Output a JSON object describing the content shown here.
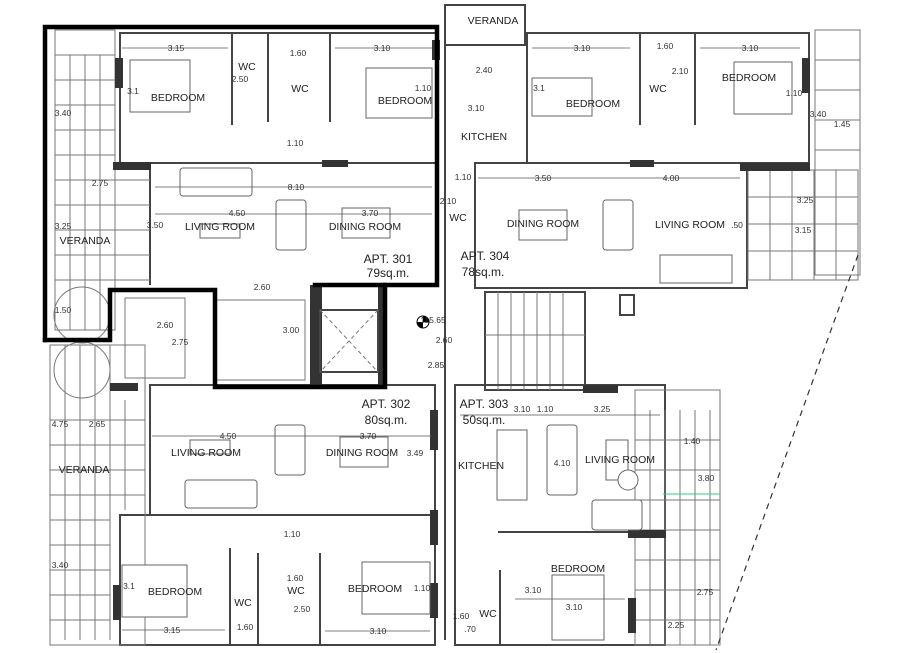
{
  "plan": {
    "apartments": {
      "apt301": {
        "name": "APT. 301",
        "area": "79sq.m."
      },
      "apt302": {
        "name": "APT. 302",
        "area": "80sq.m."
      },
      "apt303": {
        "name": "APT. 303",
        "area": "50sq.m."
      },
      "apt304": {
        "name": "APT. 304",
        "area": "78sq.m."
      }
    },
    "rooms": {
      "bedroom": "BEDROOM",
      "wc": "WC",
      "living": "LIVING ROOM",
      "dining": "DINING ROOM",
      "veranda": "VERANDA",
      "kitchen": "KITCHEN"
    },
    "dims_301": [
      "3.15",
      "1.60",
      "3.10",
      "2.50",
      "3.1",
      "1.10",
      "8.10",
      "4.50",
      "3.70",
      "3.50",
      "2.75",
      "3.40",
      "3.25",
      "1.50",
      "2.60",
      "3.00",
      "2.60",
      "2.75",
      "1.10"
    ],
    "dims_304": [
      "2.40",
      "3.10",
      "3.10",
      "1.60",
      "3.10",
      "3.50",
      "4.00",
      "3.25",
      "3.15",
      "3.40",
      "1.45",
      "2.10",
      "1.10",
      "3.1",
      "1.10",
      ".50",
      "2.10"
    ],
    "dims_core": [
      "115.65",
      "2.60",
      "2.85"
    ],
    "dims_302": [
      "4.75",
      "2.65",
      "4.50",
      "3.70",
      "3.49",
      "1.10",
      "1.60",
      "2.50",
      "3.40",
      "3.1",
      "3.15",
      "1.60",
      "3.10",
      "1.10"
    ],
    "dims_303": [
      "3.10",
      "1.10",
      "3.25",
      "4.10",
      "1.40",
      "3.80",
      "3.10",
      "3.10",
      "2.75",
      "2.25",
      "1.60",
      ".70"
    ],
    "highlight_color": "#000000",
    "accent_line_color": "#33cc88"
  }
}
